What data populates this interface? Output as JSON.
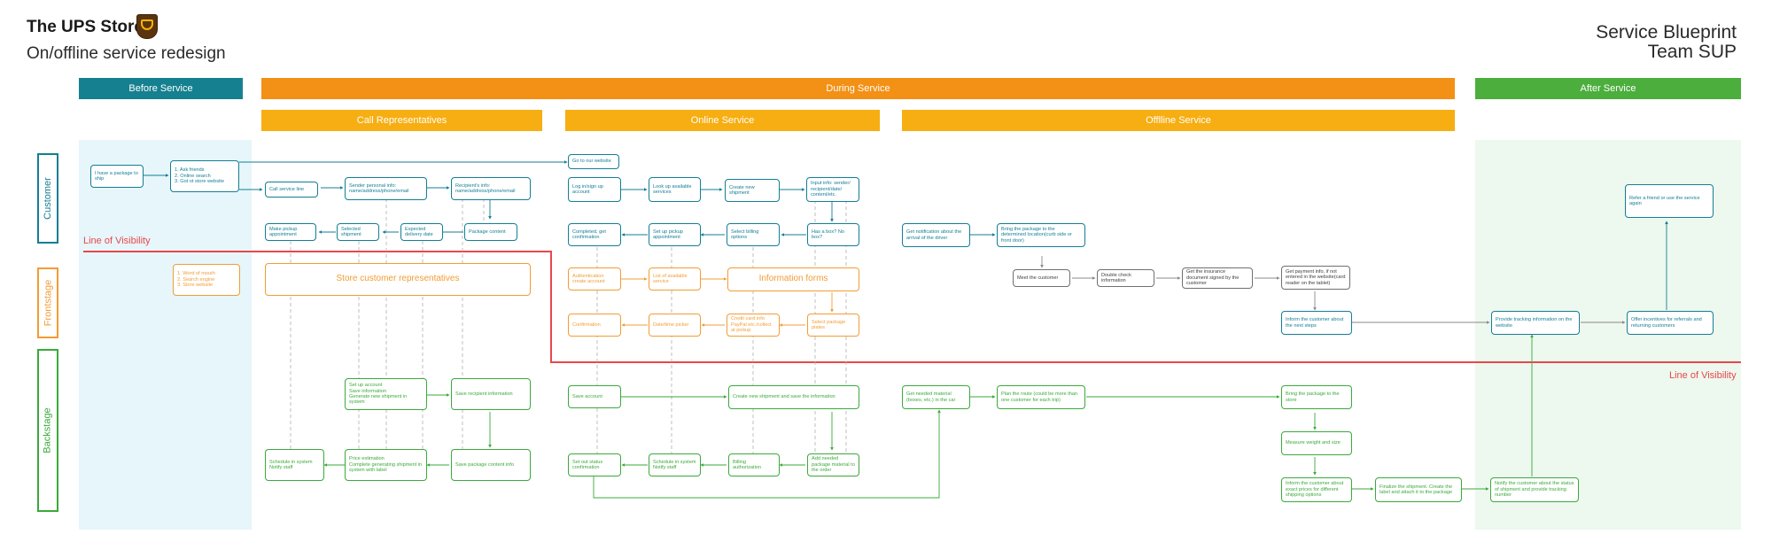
{
  "header": {
    "brand": "The UPS Store",
    "subtitle": "On/offline service redesign",
    "right_title_line1": "Service Blueprint",
    "right_title_line2": "Team SUP"
  },
  "phases": {
    "before": "Before Service",
    "during": "During Service",
    "after": "After Service",
    "call": "Call Representatives",
    "online": "Online Service",
    "offline": "Offlline Service"
  },
  "lanes": {
    "customer": "Customer",
    "frontstage": "Frontstage",
    "backstage": "Backstage"
  },
  "line_of_visibility": "Line of Visibility",
  "boxes": {
    "c_have_package": "I have a package to ship",
    "c_ask_friends": "1. Ask friends\n2. Online search\n3. Got ot store website",
    "c_go_website": "Go to our website",
    "c_call_line": "Call service line",
    "c_sender_info": "Sender personal info: name/address/phone/email",
    "c_recipient_info": "Recipient's info: name/address/phone/email",
    "c_login": "Log in/sign up account",
    "c_lookup": "Look up available services",
    "c_create": "Create new shipment",
    "c_input_info": "Input info: sender/ recipient/date/ content/etc.",
    "c_pickup": "Make pickup appointment",
    "c_selected": "Selected shipment",
    "c_expected": "Expected delivery date",
    "c_content": "Package content",
    "c_completed": "Completed, get confirmation",
    "c_setup_pickup": "Set up pickup appointment",
    "c_billing": "Select billing options",
    "c_has_box": "Has a box? No box?",
    "c_notification": "Get notification about the arrival of the driver",
    "c_bring": "Bring the package to the determined location(curb side or front door)",
    "c_refer": "Refer a friend or use the service again",
    "f_word": "1. Word of mouth\n2. Search engine\n3. Store website",
    "f_reps": "Store customer representatives",
    "f_auth": "Authentication create account",
    "f_list": "List of available service",
    "f_form": "Information forms",
    "f_confirm": "Confirmation",
    "f_date": "Date/time picker",
    "f_credit": "Credit card info PayPal etc./collect at pickup",
    "f_select_pkg": "Select package plates",
    "f_meet": "Meet the customer",
    "f_double": "Double check information",
    "f_insurance": "Get the insurance document signed by the customer",
    "f_payment": "Get payment info, if not entered in the website(card reader on the tablet)",
    "f_inform": "Inform the customer about the next steps",
    "f_tracking": "Provide tracking information on the website",
    "f_incentives": "Offer incentives for referrals and returning customers",
    "b_setup": "Set up account\nSave information\nGenerate new shipment in system",
    "b_save_recipient": "Save recipient information",
    "b_save_account": "Save account",
    "b_create_save": "Create new shipment and save the information",
    "b_needed_material": "Get needed material (boxes, etc.) in the car",
    "b_plan_route": "Plan the route (could be more than one customer for each trip)",
    "b_bring_store": "Bring the package to the store",
    "b_measure": "Measure weight and size",
    "b_schedule1": "Schedule in system\nNotify staff",
    "b_price": "Price estimation\nComplete generating shipment in system with label",
    "b_save_content": "Save package content info",
    "b_status": "Set out status confirmation",
    "b_schedule2": "Schedule in system\nNotify staff",
    "b_billing_auth": "Billing authorization",
    "b_add_material": "Add needed package material to the order",
    "b_inform_prices": "Inform the customer about exact prices for different shipping options",
    "b_finalize": "Finalize the shipment. Create the label and attach it to the package",
    "b_notify": "Notify the customer about the status of shipment and provide tracking number"
  },
  "colors": {
    "teal": "#137e95",
    "orange": "#f39c34",
    "green": "#3aaa3a",
    "phase_during": "#f39016",
    "phase_sub": "#f7ae12",
    "phase_after": "#4cae3d",
    "visibility": "#e8474b"
  }
}
